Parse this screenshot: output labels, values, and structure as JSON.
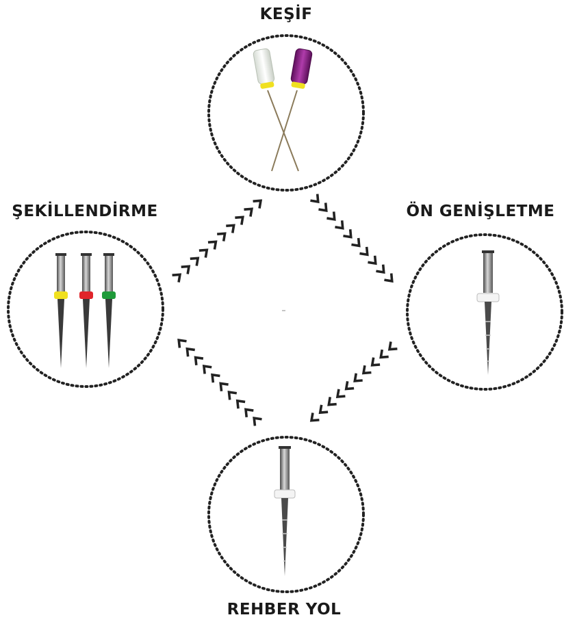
{
  "diagram": {
    "nodes": [
      {
        "id": "kesif",
        "label": "KEŞİF",
        "icon": "hand-files-icon"
      },
      {
        "id": "on-genisletme",
        "label": "ÖN GENİŞLETME",
        "icon": "orifice-opener-file-icon"
      },
      {
        "id": "rehber-yol",
        "label": "REHBER YOL",
        "icon": "glide-path-file-icon"
      },
      {
        "id": "sekillendirme",
        "label": "ŞEKİLLENDİRME",
        "icon": "shaping-files-icon"
      }
    ],
    "cycle": [
      "kesif",
      "on-genisletme",
      "rehber-yol",
      "sekillendirme",
      "kesif"
    ],
    "colors": {
      "text": "#1a1a1a",
      "circle_border": "#222222",
      "arrow": "#222222",
      "hand_file_white": "#f2f4ef",
      "hand_file_purple": "#8a1f86",
      "stopper_yellow": "#f0e020",
      "stopper_red": "#e0242a",
      "stopper_green": "#1f9a3a",
      "stopper_white": "#f4f4f4",
      "metal": "#7a7a7a"
    }
  }
}
